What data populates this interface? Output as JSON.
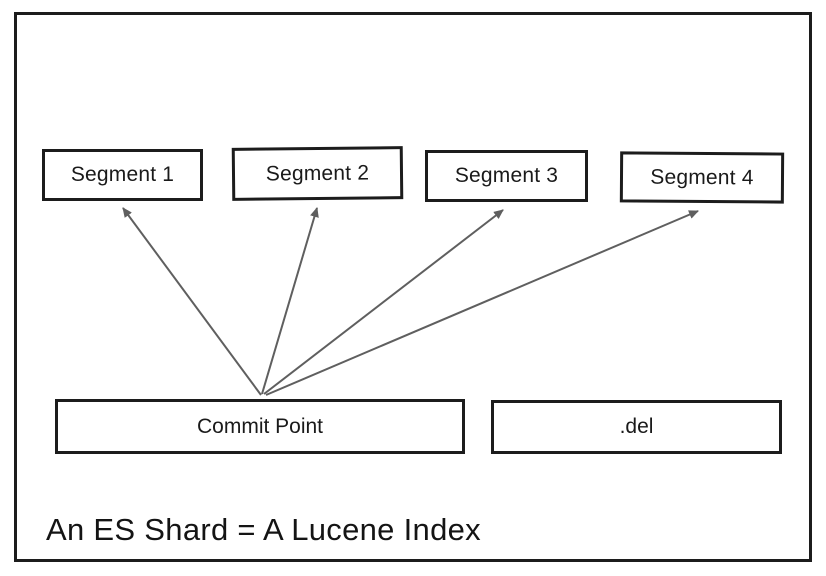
{
  "diagram": {
    "segments": [
      "Segment 1",
      "Segment 2",
      "Segment 3",
      "Segment 4"
    ],
    "commit_point_label": "Commit Point",
    "del_label": ".del",
    "caption": "An ES Shard = A Lucene Index"
  },
  "arrows": {
    "description": "Commit Point fans out to all four segments",
    "from": "commit-point",
    "to": [
      "segment-1",
      "segment-2",
      "segment-3",
      "segment-4"
    ]
  },
  "colors": {
    "frame_border": "#1c1c1c",
    "box_border": "#1c1c1c",
    "arrow": "#5f5f5f",
    "background": "#ffffff",
    "text": "#1a1a1a"
  }
}
